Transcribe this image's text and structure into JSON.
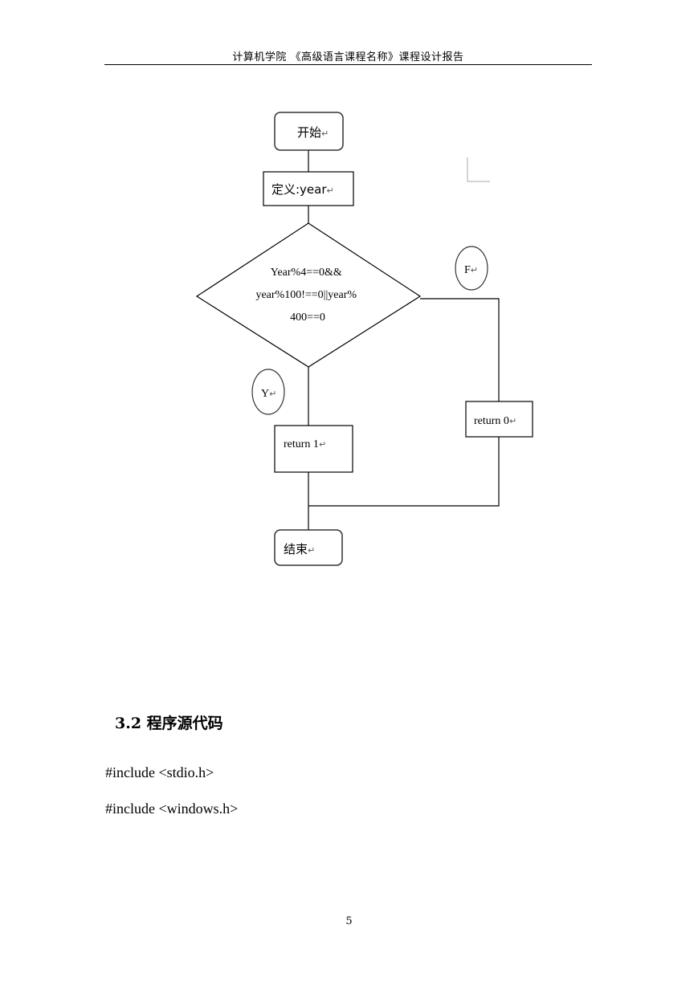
{
  "header": {
    "title": "计算机学院 《高级语言课程名称》课程设计报告"
  },
  "flowchart": {
    "start": "开始",
    "define": "定义:year",
    "condition_lines": [
      "Year%4==0&&",
      "year%100!==0||year%",
      "400==0"
    ],
    "false_label": "F",
    "true_label": "Y",
    "return_true": "return 1",
    "return_false": "return 0",
    "end": "结束",
    "para_mark": "↵"
  },
  "section": {
    "title": "3.2 程序源代码"
  },
  "code": {
    "lines": [
      "#include <stdio.h>",
      "#include <windows.h>"
    ]
  },
  "footer": {
    "page_number": "5"
  }
}
